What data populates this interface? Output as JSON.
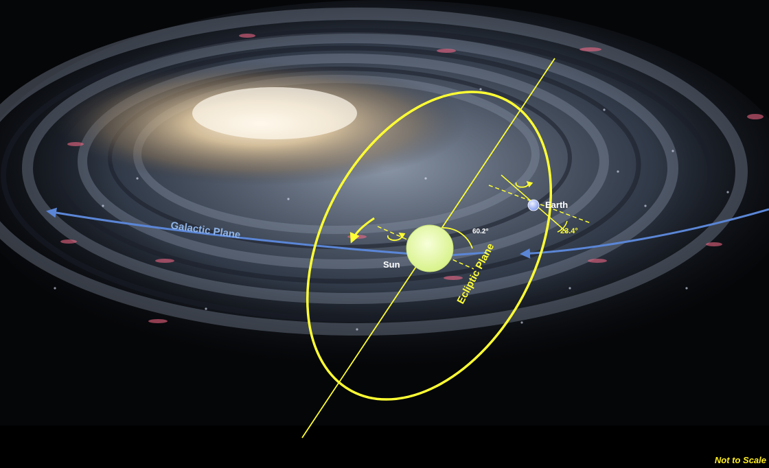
{
  "labels": {
    "galactic_plane": "Galactic Plane",
    "sun": "Sun",
    "earth": "Earth",
    "ecliptic_plane": "Ecliptic Plane",
    "sun_tilt": "60.2°",
    "earth_tilt": "23.4°",
    "scale_note": "Not to Scale"
  },
  "colors": {
    "ecliptic": "#ffff33",
    "galactic_arrow": "#5b86d6",
    "sun": "#eaffb0",
    "earth": "#b9c8ff",
    "galaxy_core": "#e8d4b0"
  }
}
